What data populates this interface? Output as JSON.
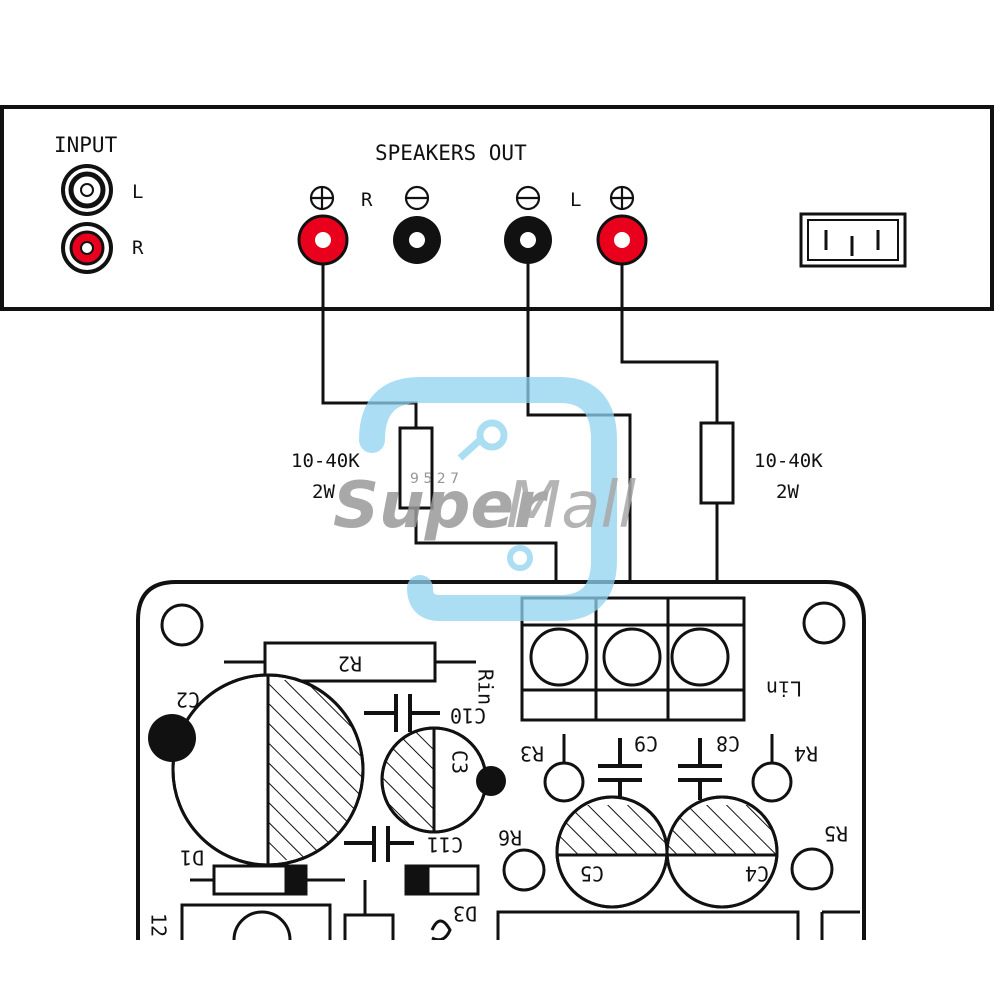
{
  "panel": {
    "input_label": "INPUT",
    "input_left": "L",
    "input_right": "R",
    "speakers_label": "SPEAKERS OUT",
    "speaker_right": "R",
    "speaker_left": "L"
  },
  "resistors": {
    "value": "10-40K",
    "power": "2W"
  },
  "pcb": {
    "r2": "R2",
    "rin": "Rin",
    "lin": "Lin",
    "c2": "C2",
    "c10": "C10",
    "c3": "C3",
    "c9": "C9",
    "c8": "C8",
    "r3": "R3",
    "r4": "R4",
    "c11": "C11",
    "r6": "R6",
    "r5": "R5",
    "c5": "C5",
    "c4": "C4",
    "d1": "D1",
    "d3": "D3",
    "partial_12": "12"
  },
  "watermark": {
    "brand_a": "Super",
    "brand_b": "Mall",
    "digits": "9 5 2 7"
  },
  "colors": {
    "line": "#111111",
    "red_terminal": "#e8001c",
    "watermark_blue": "#8fd3f0",
    "watermark_gray": "#9a9a9a"
  }
}
